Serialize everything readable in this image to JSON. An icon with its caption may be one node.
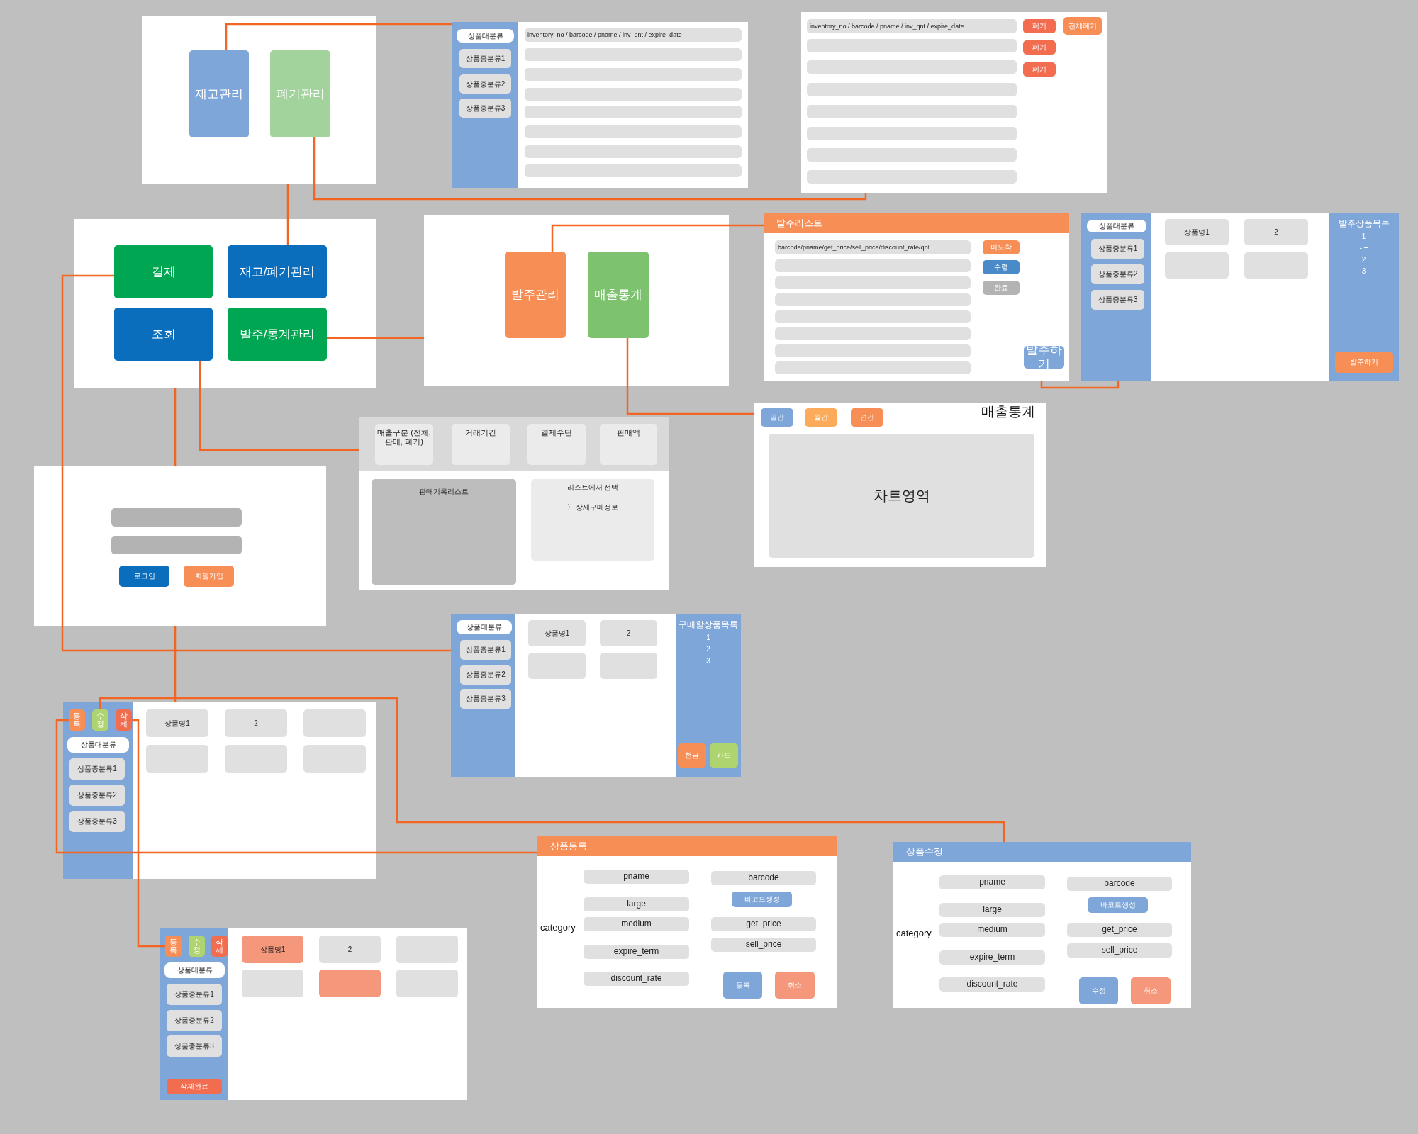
{
  "diagram": {
    "nodes": [
      {
        "text": [],
        "shape": "box"
      },
      {
        "text": [
          "재고관리"
        ],
        "in": 0
      },
      {
        "text": [
          "폐기관리"
        ],
        "in": 0
      },
      {
        "text": [],
        "shape": "box"
      },
      {
        "text": [],
        "shape": "bar",
        "in": 3
      },
      {
        "text": [
          "상품대분류"
        ],
        "in": 4
      },
      {
        "text": [
          "상품중분류1"
        ],
        "in": 4
      },
      {
        "text": [
          "상품중분류2"
        ],
        "in": 4
      },
      {
        "text": [
          "상품중분류3"
        ],
        "in": 4
      },
      {
        "text": [
          "inventory_no / barcode / pname / inv_qnt / expire_date"
        ],
        "in": 3
      },
      {
        "text": [],
        "shape": "box",
        "in": 3
      },
      {
        "text": [],
        "shape": "box",
        "in": 3
      },
      {
        "text": [],
        "shape": "box",
        "in": 3
      },
      {
        "text": [],
        "shape": "box",
        "in": 3
      },
      {
        "text": [],
        "shape": "box",
        "in": 3
      },
      {
        "text": [],
        "shape": "box",
        "in": 3
      },
      {
        "text": [],
        "shape": "box",
        "in": 3
      },
      {
        "text": [],
        "shape": "box"
      },
      {
        "text": [
          "inventory_no / barcode / pname / inv_qnt / expire_date"
        ],
        "in": 17
      },
      {
        "text": [],
        "shape": "box",
        "in": 17
      },
      {
        "text": [],
        "shape": "box",
        "in": 17
      },
      {
        "text": [],
        "shape": "box",
        "in": 17
      },
      {
        "text": [],
        "shape": "box",
        "in": 17
      },
      {
        "text": [],
        "shape": "box",
        "in": 17
      },
      {
        "text": [],
        "shape": "box",
        "in": 17
      },
      {
        "text": [],
        "shape": "box",
        "in": 17
      },
      {
        "text": [
          "폐기"
        ],
        "in": 17
      },
      {
        "text": [
          "폐기"
        ],
        "in": 17
      },
      {
        "text": [
          "폐기"
        ],
        "in": 17
      },
      {
        "text": [
          "전체폐기"
        ],
        "in": 17
      },
      {
        "text": [],
        "shape": "box"
      },
      {
        "text": [
          "결제"
        ],
        "in": 30
      },
      {
        "text": [
          "재고/폐기관리"
        ],
        "in": 30
      },
      {
        "text": [
          "조회"
        ],
        "in": 30
      },
      {
        "text": [
          "발주/통계관리"
        ],
        "in": 30
      },
      {
        "text": [],
        "shape": "box"
      },
      {
        "text": [
          "발주관리"
        ],
        "in": 35
      },
      {
        "text": [
          "매출통계"
        ],
        "in": 35
      },
      {
        "text": [
          "발주리스트"
        ]
      },
      {
        "text": [
          "barcode/pname/get_price/sell_price/discount_rate/qnt"
        ],
        "in": 38
      },
      {
        "text": [],
        "shape": "box",
        "in": 38
      },
      {
        "text": [],
        "shape": "box",
        "in": 38
      },
      {
        "text": [],
        "shape": "box",
        "in": 38
      },
      {
        "text": [],
        "shape": "box",
        "in": 38
      },
      {
        "text": [],
        "shape": "box",
        "in": 38
      },
      {
        "text": [],
        "shape": "box",
        "in": 38
      },
      {
        "text": [],
        "shape": "box",
        "in": 38
      },
      {
        "text": [
          "미도착"
        ],
        "in": 38
      },
      {
        "text": [
          "수령"
        ],
        "in": 38
      },
      {
        "text": [
          "완료"
        ],
        "in": 38
      },
      {
        "text": [
          "발주하기"
        ],
        "in": 38
      },
      {
        "text": [],
        "shape": "box"
      },
      {
        "text": [],
        "shape": "bar",
        "in": 51
      },
      {
        "text": [
          "상품대분류"
        ],
        "in": 52
      },
      {
        "text": [
          "상품중분류1"
        ],
        "in": 52
      },
      {
        "text": [
          "상품중분류2"
        ],
        "in": 52
      },
      {
        "text": [
          "상품중분류3"
        ],
        "in": 52
      },
      {
        "text": [
          "상품명1"
        ],
        "in": 51
      },
      {
        "text": [
          "2"
        ],
        "in": 51
      },
      {
        "text": [],
        "shape": "box",
        "in": 51
      },
      {
        "text": [],
        "shape": "box",
        "in": 51
      },
      {
        "text": [
          "발주상품목록",
          "1",
          "- +",
          "2",
          "3"
        ],
        "in": 51
      },
      {
        "text": [
          "발주하기"
        ],
        "in": 61
      },
      {
        "text": [],
        "shape": "box"
      },
      {
        "text": [],
        "shape": "bar",
        "in": 63
      },
      {
        "text": [
          "매출구분 (전체, 판매, 폐기)"
        ],
        "in": 64
      },
      {
        "text": [
          "거래기간"
        ],
        "in": 64
      },
      {
        "text": [
          "결제수단"
        ],
        "in": 64
      },
      {
        "text": [
          "판매액"
        ],
        "in": 64
      },
      {
        "text": [
          "판매기록리스트"
        ],
        "in": 63
      },
      {
        "text": [
          "리스트에서 선택",
          "〉 상세구매정보"
        ],
        "in": 63
      },
      {
        "text": [
          "매출통계"
        ]
      },
      {
        "text": [
          "일간"
        ],
        "in": 71
      },
      {
        "text": [
          "월간"
        ],
        "in": 71
      },
      {
        "text": [
          "연간"
        ],
        "in": 71
      },
      {
        "text": [
          "차트영역"
        ],
        "in": 71
      },
      {
        "text": [],
        "shape": "box"
      },
      {
        "text": [],
        "shape": "box",
        "in": 76
      },
      {
        "text": [],
        "shape": "box",
        "in": 76
      },
      {
        "text": [
          "로그인"
        ],
        "in": 76
      },
      {
        "text": [
          "회원가입"
        ],
        "in": 76
      },
      {
        "text": [],
        "shape": "box"
      },
      {
        "text": [],
        "shape": "bar",
        "in": 81
      },
      {
        "text": [
          "상품대분류"
        ],
        "in": 82
      },
      {
        "text": [
          "상품중분류1"
        ],
        "in": 82
      },
      {
        "text": [
          "상품중분류2"
        ],
        "in": 82
      },
      {
        "text": [
          "상품중분류3"
        ],
        "in": 82
      },
      {
        "text": [
          "상품명1"
        ],
        "in": 81
      },
      {
        "text": [
          "2"
        ],
        "in": 81
      },
      {
        "text": [],
        "shape": "box",
        "in": 81
      },
      {
        "text": [],
        "shape": "box",
        "in": 81
      },
      {
        "text": [
          "구매할상품목록",
          "1",
          "2",
          "3"
        ],
        "in": 81
      },
      {
        "text": [
          "현금"
        ],
        "in": 91
      },
      {
        "text": [
          "카드"
        ],
        "in": 91
      },
      {
        "text": [],
        "shape": "box"
      },
      {
        "text": [],
        "shape": "bar",
        "in": 94
      },
      {
        "text": [
          "등록"
        ],
        "in": 95
      },
      {
        "text": [
          "수정"
        ],
        "in": 95
      },
      {
        "text": [
          "삭제"
        ],
        "in": 95
      },
      {
        "text": [
          "상품대분류"
        ],
        "in": 95
      },
      {
        "text": [
          "상품중분류1"
        ],
        "in": 95
      },
      {
        "text": [
          "상품중분류2"
        ],
        "in": 95
      },
      {
        "text": [
          "상품중분류3"
        ],
        "in": 95
      },
      {
        "text": [
          "상품명1"
        ],
        "in": 94
      },
      {
        "text": [
          "2"
        ],
        "in": 94
      },
      {
        "text": [],
        "shape": "box",
        "in": 94
      },
      {
        "text": [],
        "shape": "box",
        "in": 94
      },
      {
        "text": [],
        "shape": "box",
        "in": 94
      },
      {
        "text": [],
        "shape": "box",
        "in": 94
      },
      {
        "text": [],
        "shape": "box"
      },
      {
        "text": [],
        "shape": "bar",
        "in": 109
      },
      {
        "text": [
          "등록"
        ],
        "in": 110
      },
      {
        "text": [
          "수정"
        ],
        "in": 110
      },
      {
        "text": [
          "삭제"
        ],
        "in": 110
      },
      {
        "text": [
          "상품대분류"
        ],
        "in": 110
      },
      {
        "text": [
          "상품중분류1"
        ],
        "in": 110
      },
      {
        "text": [
          "상품중분류2"
        ],
        "in": 110
      },
      {
        "text": [
          "상품중분류3"
        ],
        "in": 110
      },
      {
        "text": [
          "삭제완료"
        ],
        "in": 110
      },
      {
        "text": [
          "상품명1"
        ],
        "in": 109
      },
      {
        "text": [
          "2"
        ],
        "in": 109
      },
      {
        "text": [],
        "shape": "box",
        "in": 109
      },
      {
        "text": [],
        "shape": "box",
        "in": 109
      },
      {
        "text": [],
        "shape": "box",
        "in": 109
      },
      {
        "text": [],
        "shape": "box",
        "in": 109
      },
      {
        "text": [
          "상품등록"
        ]
      },
      {
        "text": [
          "pname"
        ],
        "in": 125
      },
      {
        "text": [
          "barcode"
        ],
        "in": 125
      },
      {
        "text": [
          "large"
        ],
        "in": 125
      },
      {
        "text": [
          "바코드생성"
        ],
        "in": 125
      },
      {
        "text": [
          "medium"
        ],
        "in": 125
      },
      {
        "text": [
          "get_price"
        ],
        "in": 125
      },
      {
        "text": [
          "expire_term"
        ],
        "in": 125
      },
      {
        "text": [
          "sell_price"
        ],
        "in": 125
      },
      {
        "text": [
          "discount_rate"
        ],
        "in": 125
      },
      {
        "text": [
          "등록"
        ],
        "in": 125
      },
      {
        "text": [
          "취소"
        ],
        "in": 125
      },
      {
        "text": [
          "상품수정"
        ]
      },
      {
        "text": [
          "pname"
        ],
        "in": 137
      },
      {
        "text": [
          "barcode"
        ],
        "in": 137
      },
      {
        "text": [
          "large"
        ],
        "in": 137
      },
      {
        "text": [
          "바코드생성"
        ],
        "in": 137
      },
      {
        "text": [
          "medium"
        ],
        "in": 137
      },
      {
        "text": [
          "get_price"
        ],
        "in": 137
      },
      {
        "text": [
          "expire_term"
        ],
        "in": 137
      },
      {
        "text": [
          "sell_price"
        ],
        "in": 137
      },
      {
        "text": [
          "discount_rate"
        ],
        "in": 137
      },
      {
        "text": [
          "수정"
        ],
        "in": 137
      },
      {
        "text": [
          "취소"
        ],
        "in": 137
      }
    ],
    "edges": [
      {
        "from": 1,
        "to": 3,
        "arrow": "none"
      },
      {
        "from": 2,
        "to": 17,
        "arrow": "none"
      },
      {
        "from": 0,
        "to": 32,
        "arrow": "none"
      },
      {
        "from": 34,
        "to": 35,
        "arrow": "none"
      },
      {
        "from": 36,
        "to": 38,
        "arrow": "none"
      },
      {
        "from": 38,
        "to": 51,
        "arrow": "none"
      },
      {
        "from": 37,
        "to": 71,
        "arrow": "none"
      },
      {
        "from": 33,
        "to": 63,
        "arrow": "none"
      },
      {
        "from": 30,
        "to": 76,
        "arrow": "none"
      },
      {
        "from": 31,
        "to": 81,
        "arrow": "none"
      },
      {
        "from": 76,
        "to": 94,
        "arrow": "none"
      },
      {
        "from": 96,
        "to": 125,
        "arrow": "none"
      },
      {
        "from": 97,
        "to": 137,
        "arrow": "none"
      },
      {
        "from": 98,
        "to": 111,
        "arrow": "none"
      }
    ],
    "labels": [
      "category",
      "category"
    ]
  }
}
